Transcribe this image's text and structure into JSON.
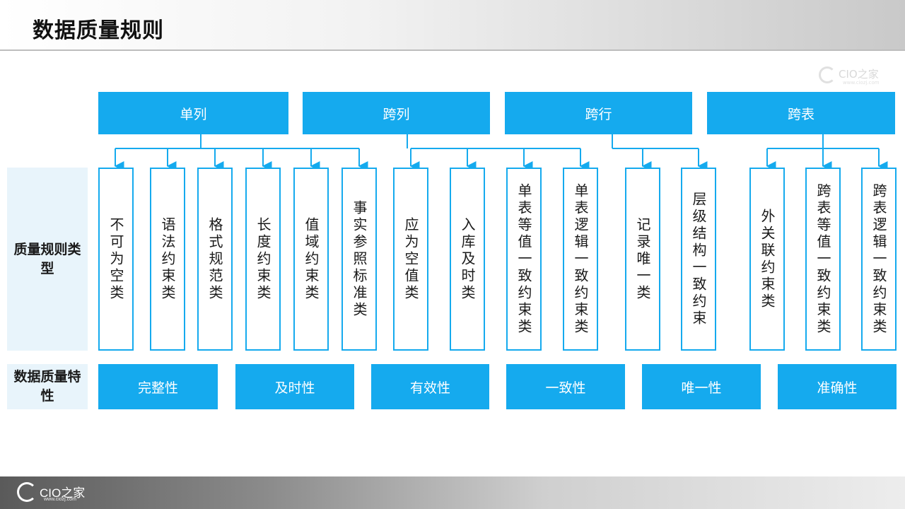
{
  "page": {
    "title": "数据质量规则"
  },
  "categories": [
    "单列",
    "跨列",
    "跨行",
    "跨表"
  ],
  "row_labels": {
    "rule_types": "质量规则类型",
    "quality_traits": "数据质量特性"
  },
  "rules": [
    "不可为空类",
    "语法约束类",
    "格式规范类",
    "长度约束类",
    "值域约束类",
    "事实参照标准类",
    "应为空值类",
    "入库及时类",
    "单表等值一致约束类",
    "单表逻辑一致约束类",
    "记录唯一类",
    "层级结构一致约束",
    "外关联约束类",
    "跨表等值一致约束类",
    "跨表逻辑一致约束类"
  ],
  "quality_traits": [
    "完整性",
    "及时性",
    "有效性",
    "一致性",
    "唯一性",
    "准确性"
  ],
  "brand": {
    "name": "CIO之家",
    "site": "www.ciozj.com"
  },
  "colors": {
    "accent": "#15aaee",
    "label_bg": "#e8f4fb"
  }
}
